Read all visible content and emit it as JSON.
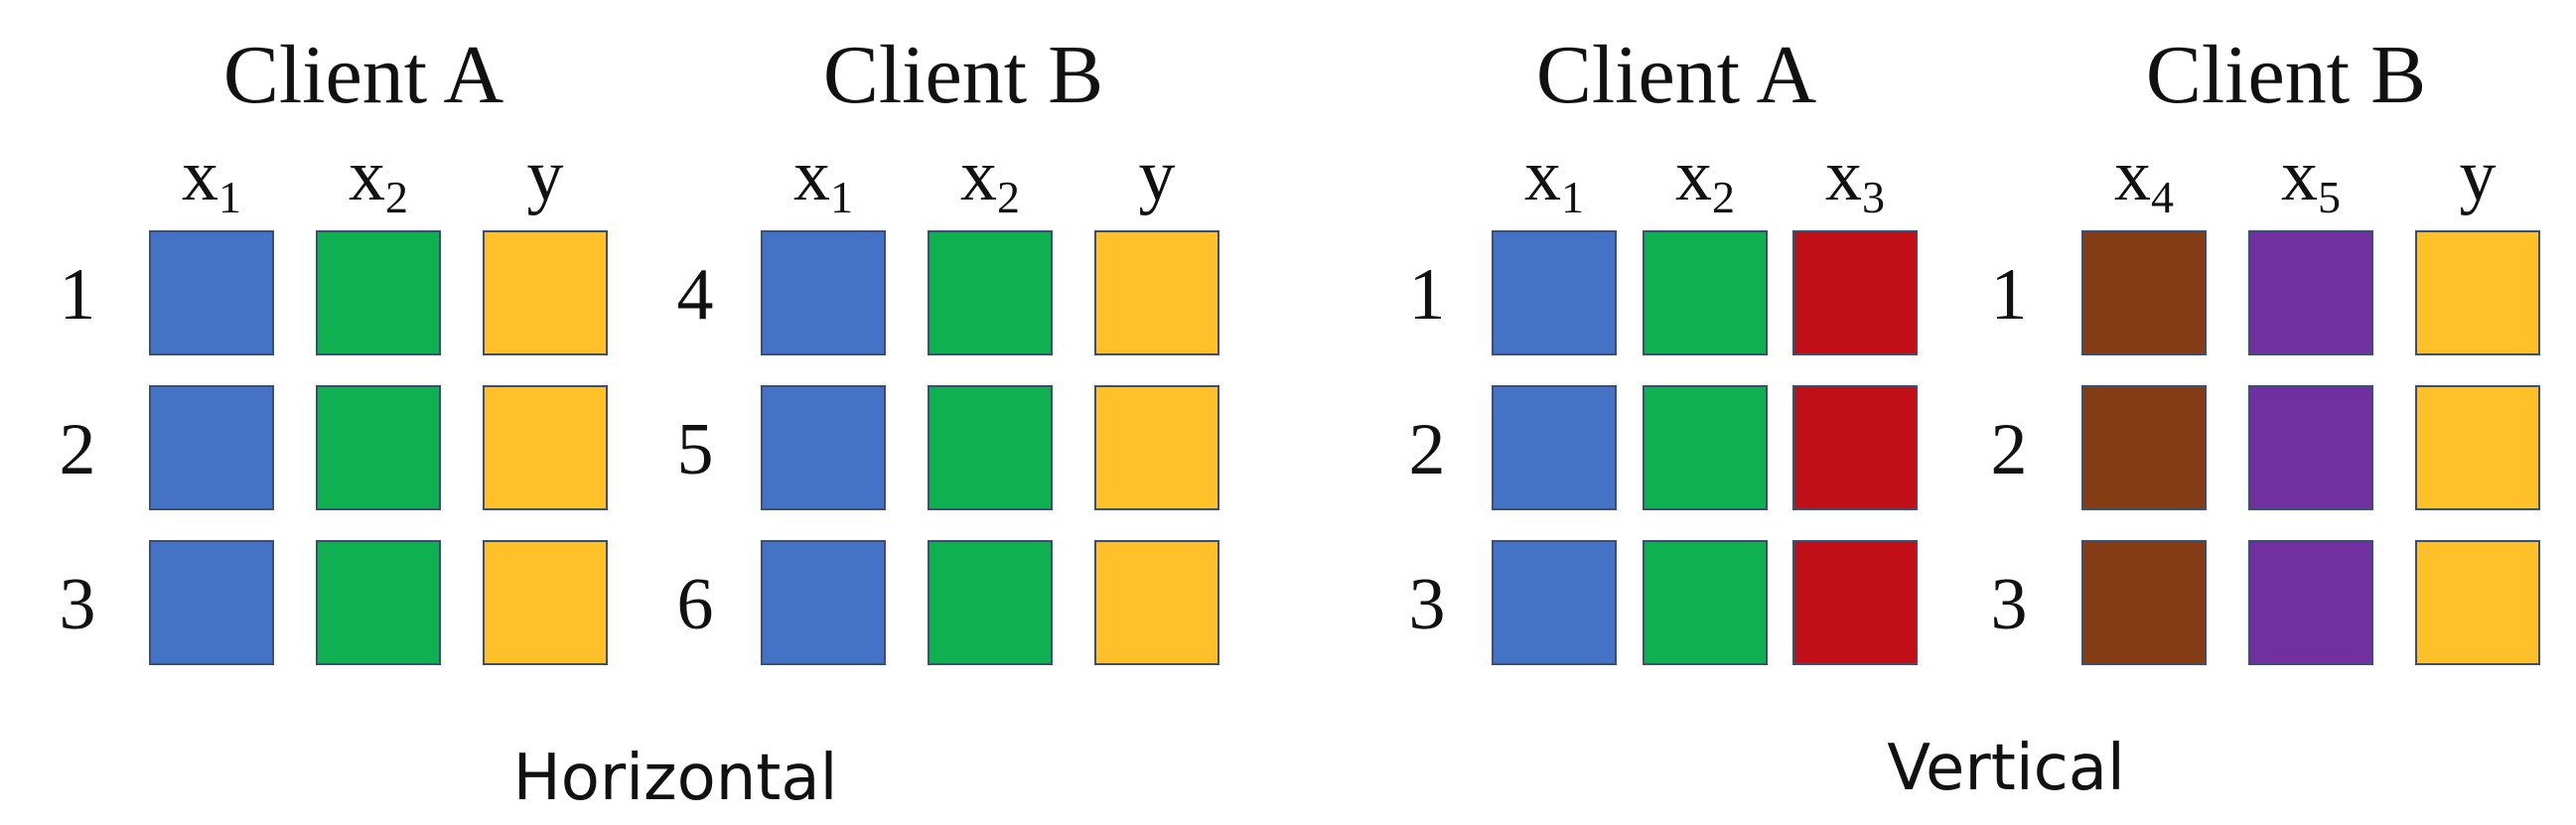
{
  "colors": {
    "blue": "#4472c4",
    "green": "#0fb04f",
    "yellow": "#ffc02a",
    "red": "#c00f17",
    "brown": "#843c15",
    "purple": "#7030a0"
  },
  "diagrams": [
    {
      "caption": "Horizontal",
      "clients": [
        {
          "title": "Client A",
          "columns": [
            {
              "base": "x",
              "sub": "1",
              "color": "blue"
            },
            {
              "base": "x",
              "sub": "2",
              "color": "green"
            },
            {
              "base": "y",
              "sub": "",
              "color": "yellow"
            }
          ],
          "rows": [
            "1",
            "2",
            "3"
          ]
        },
        {
          "title": "Client B",
          "columns": [
            {
              "base": "x",
              "sub": "1",
              "color": "blue"
            },
            {
              "base": "x",
              "sub": "2",
              "color": "green"
            },
            {
              "base": "y",
              "sub": "",
              "color": "yellow"
            }
          ],
          "rows": [
            "4",
            "5",
            "6"
          ]
        }
      ]
    },
    {
      "caption": "Vertical",
      "clients": [
        {
          "title": "Client A",
          "columns": [
            {
              "base": "x",
              "sub": "1",
              "color": "blue"
            },
            {
              "base": "x",
              "sub": "2",
              "color": "green"
            },
            {
              "base": "x",
              "sub": "3",
              "color": "red"
            }
          ],
          "rows": [
            "1",
            "2",
            "3"
          ]
        },
        {
          "title": "Client B",
          "columns": [
            {
              "base": "x",
              "sub": "4",
              "color": "brown"
            },
            {
              "base": "x",
              "sub": "5",
              "color": "purple"
            },
            {
              "base": "y",
              "sub": "",
              "color": "yellow"
            }
          ],
          "rows": [
            "1",
            "2",
            "3"
          ]
        }
      ]
    }
  ]
}
